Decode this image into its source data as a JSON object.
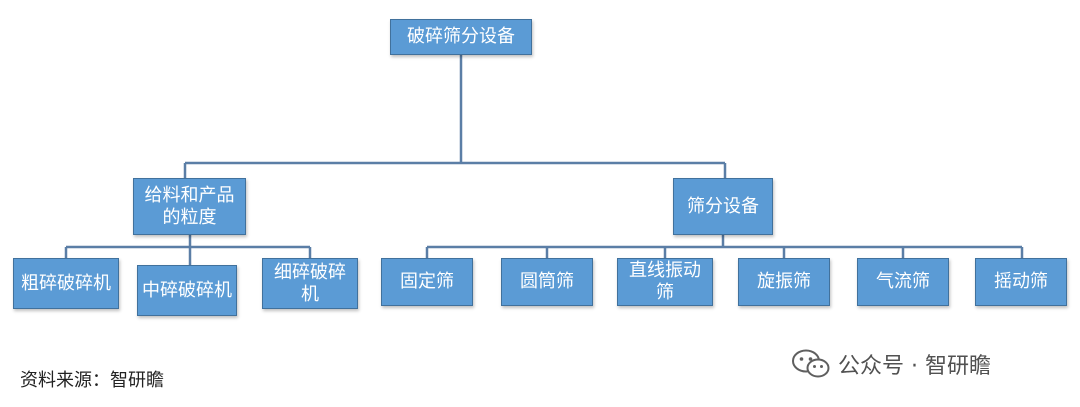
{
  "root": {
    "label": "破碎筛分设备"
  },
  "branches": [
    {
      "label": "给料和产品的粒度",
      "children": [
        "粗碎破碎机",
        "中碎破碎机",
        "细碎破碎机"
      ]
    },
    {
      "label": "筛分设备",
      "children": [
        "固定筛",
        "圆筒筛",
        "直线振动筛",
        "旋振筛",
        "气流筛",
        "摇动筛"
      ]
    }
  ],
  "source": "资料来源：智研瞻",
  "watermark": {
    "text": "公众号 · 智研瞻",
    "icon": "wechat-icon"
  },
  "colors": {
    "box": "#5b9bd5",
    "border": "#41719c",
    "line": "#5b7ea6",
    "text": "#ffffff"
  }
}
